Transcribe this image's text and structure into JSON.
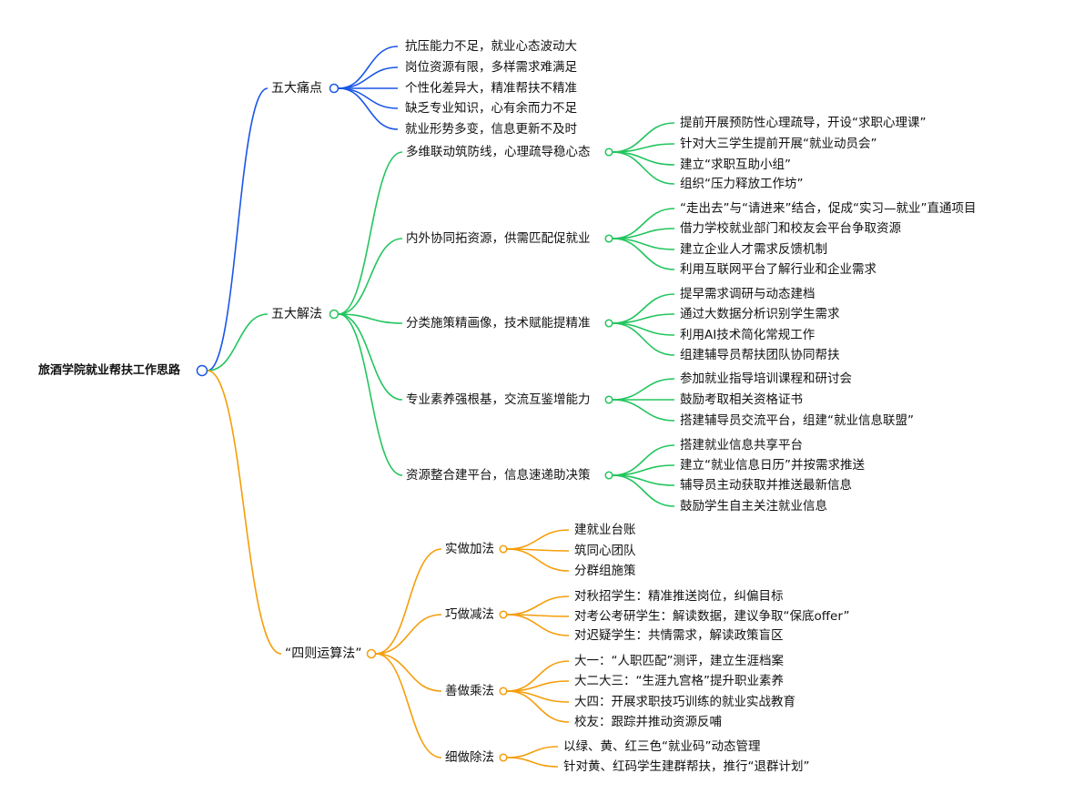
{
  "colors": {
    "blue": "#1a56e8",
    "green": "#22c55e",
    "orange": "#f59e0b"
  },
  "root": {
    "label": "旅酒学院就业帮扶工作思路"
  },
  "branches": [
    {
      "id": "pain",
      "label": "五大痛点",
      "color": "blue",
      "children": [
        {
          "label": "抗压能力不足，就业心态波动大"
        },
        {
          "label": "岗位资源有限，多样需求难满足"
        },
        {
          "label": "个性化差异大，精准帮扶不精准"
        },
        {
          "label": "缺乏专业知识，心有余而力不足"
        },
        {
          "label": "就业形势多变，信息更新不及时"
        }
      ]
    },
    {
      "id": "solution",
      "label": "五大解法",
      "color": "green",
      "children": [
        {
          "label": "多维联动筑防线，心理疏导稳心态",
          "children": [
            {
              "label": "提前开展预防性心理疏导，开设“求职心理课”"
            },
            {
              "label": "针对大三学生提前开展“就业动员会”"
            },
            {
              "label": "建立“求职互助小组”"
            },
            {
              "label": "组织“压力释放工作坊”"
            }
          ]
        },
        {
          "label": "内外协同拓资源，供需匹配促就业",
          "children": [
            {
              "label": "“走出去”与“请进来”结合，促成“实习—就业”直通项目"
            },
            {
              "label": "借力学校就业部门和校友会平台争取资源"
            },
            {
              "label": "建立企业人才需求反馈机制"
            },
            {
              "label": "利用互联网平台了解行业和企业需求"
            }
          ]
        },
        {
          "label": "分类施策精画像，技术赋能提精准",
          "children": [
            {
              "label": "提早需求调研与动态建档"
            },
            {
              "label": "通过大数据分析识别学生需求"
            },
            {
              "label": "利用AI技术简化常规工作"
            },
            {
              "label": "组建辅导员帮扶团队协同帮扶"
            }
          ]
        },
        {
          "label": "专业素养强根基，交流互鉴增能力",
          "children": [
            {
              "label": "参加就业指导培训课程和研讨会"
            },
            {
              "label": "鼓励考取相关资格证书"
            },
            {
              "label": "搭建辅导员交流平台，组建“就业信息联盟”"
            }
          ]
        },
        {
          "label": "资源整合建平台，信息速递助决策",
          "children": [
            {
              "label": "搭建就业信息共享平台"
            },
            {
              "label": "建立“就业信息日历”并按需求推送"
            },
            {
              "label": "辅导员主动获取并推送最新信息"
            },
            {
              "label": "鼓励学生自主关注就业信息"
            }
          ]
        }
      ]
    },
    {
      "id": "arith",
      "label": "“四则运算法”",
      "color": "orange",
      "children": [
        {
          "label": "实做加法",
          "children": [
            {
              "label": "建就业台账"
            },
            {
              "label": "筑同心团队"
            },
            {
              "label": "分群组施策"
            }
          ]
        },
        {
          "label": "巧做减法",
          "children": [
            {
              "label": "对秋招学生：精准推送岗位，纠偏目标"
            },
            {
              "label": "对考公考研学生：解读数据，建议争取“保底offer”"
            },
            {
              "label": "对迟疑学生：共情需求，解读政策盲区"
            }
          ]
        },
        {
          "label": "善做乘法",
          "children": [
            {
              "label": "大一：“人职匹配”测评，建立生涯档案"
            },
            {
              "label": "大二大三：“生涯九宫格”提升职业素养"
            },
            {
              "label": "大四：开展求职技巧训练的就业实战教育"
            },
            {
              "label": "校友：跟踪并推动资源反哺"
            }
          ]
        },
        {
          "label": "细做除法",
          "children": [
            {
              "label": "以绿、黄、红三色“就业码”动态管理"
            },
            {
              "label": "针对黄、红码学生建群帮扶，推行“退群计划”"
            }
          ]
        }
      ]
    }
  ]
}
